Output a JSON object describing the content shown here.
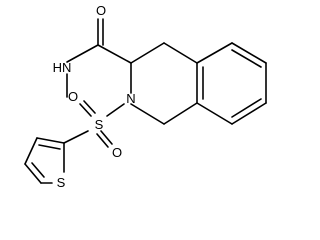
{
  "structure": {
    "atoms": {
      "carbonyl_O": "O",
      "amide_N": "HN",
      "ring_N": "N",
      "sulfonyl_S": "S",
      "sulfonyl_O_top": "O",
      "sulfonyl_O_bottom": "O",
      "thiophene_S": "S"
    }
  }
}
